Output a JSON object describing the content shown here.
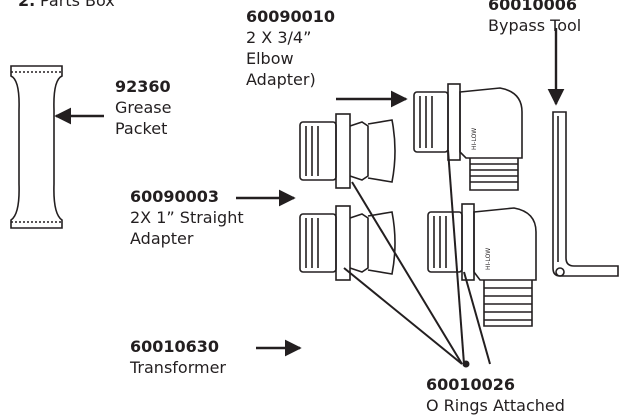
{
  "heading": {
    "number": "2.",
    "title": "Parts Box"
  },
  "parts": {
    "grease": {
      "part_number": "92360",
      "lines": [
        "Grease",
        "Packet"
      ]
    },
    "elbow": {
      "part_number": "60090010",
      "lines": [
        "2 X 3/4”",
        "Elbow",
        "Adapter)"
      ]
    },
    "bypass": {
      "part_number": "60010006",
      "lines": [
        "Bypass Tool"
      ]
    },
    "straight": {
      "part_number": "60090003",
      "lines": [
        "2X 1” Straight",
        "Adapter"
      ]
    },
    "transformer": {
      "part_number": "60010630",
      "lines": [
        "Transformer"
      ]
    },
    "orings": {
      "part_number": "60010026",
      "lines": [
        "O Rings Attached"
      ]
    }
  }
}
